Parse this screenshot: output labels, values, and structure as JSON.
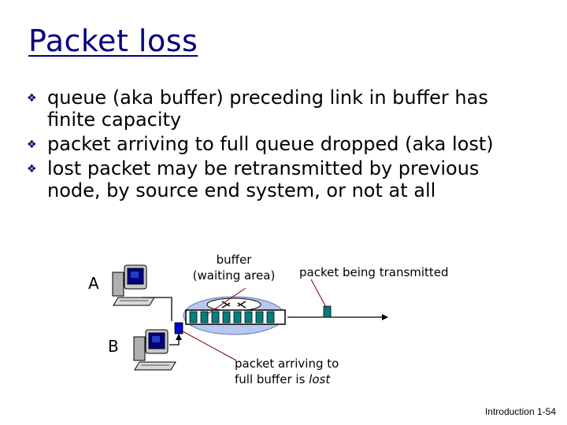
{
  "slide": {
    "title": "Packet loss",
    "bullets": [
      {
        "lines": [
          "queue (aka buffer) preceding link in buffer has",
          "finite capacity"
        ]
      },
      {
        "lines": [
          "packet arriving to full queue dropped (aka lost)"
        ]
      },
      {
        "lines": [
          "lost packet may be retransmitted by previous",
          "node, by source end system, or not at all"
        ]
      }
    ],
    "footer": "Introduction 1-54"
  },
  "diagram": {
    "host_a_label": "A",
    "host_b_label": "B",
    "buffer_label_line1": "buffer",
    "buffer_label_line2": "(waiting area)",
    "transmitted_label": "packet being transmitted",
    "arriving_label_line1": "packet arriving to",
    "arriving_label_line2_prefix": "full buffer is ",
    "arriving_label_line2_emph": "lost",
    "colors": {
      "title": "#000080",
      "router": "#B8C8F0",
      "packet": "#008080",
      "dropped_packet": "#0000CC",
      "annotation": "#800000",
      "link": "#000000"
    }
  }
}
